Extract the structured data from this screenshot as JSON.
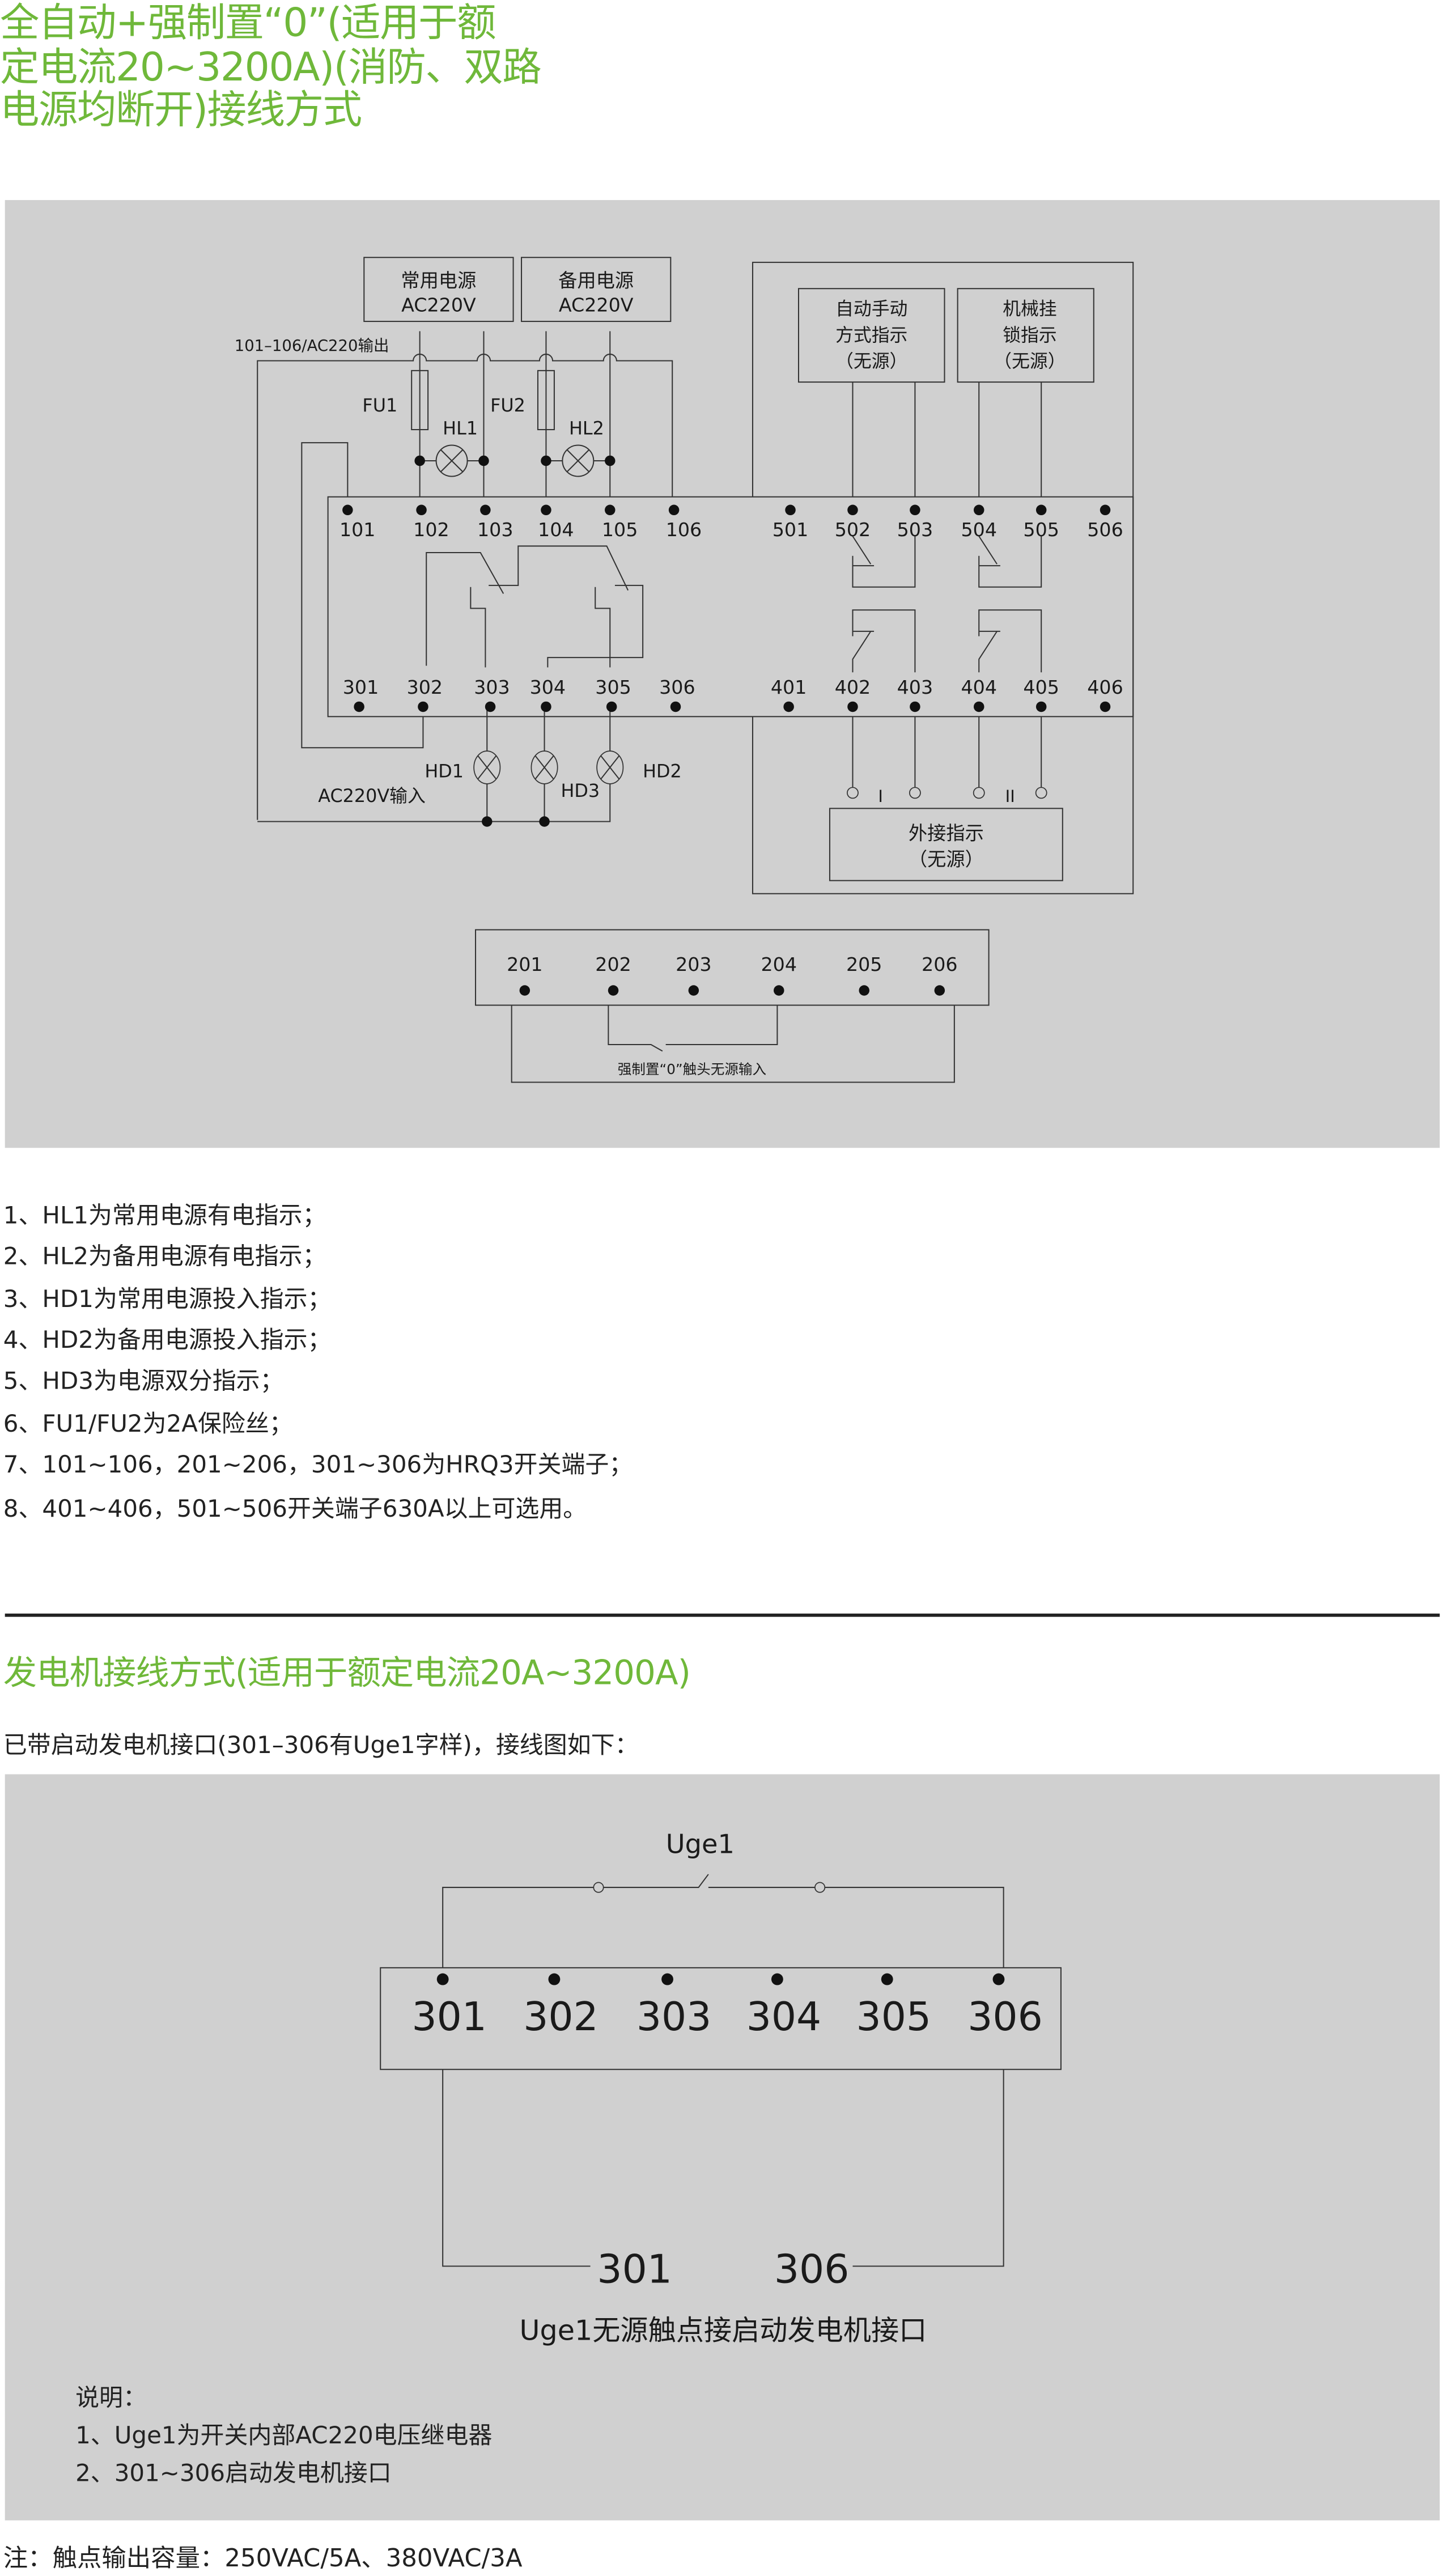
{
  "section1": {
    "title_lines": [
      "全自动+强制置“0”(适用于额",
      "定电流20~3200A)(消防、双路",
      "电源均断开)接线方式"
    ],
    "diagram": {
      "source_normal": [
        "常用电源",
        "AC220V"
      ],
      "source_backup": [
        "备用电源",
        "AC220V"
      ],
      "output_label": "101–106/AC220输出",
      "fu1": "FU1",
      "fu2": "FU2",
      "hl1": "HL1",
      "hl2": "HL2",
      "hd1": "HD1",
      "hd2": "HD2",
      "hd3": "HD3",
      "ac_input": "AC220V输入",
      "auto_manual_box": [
        "自动手动",
        "方式指示",
        "（无源）"
      ],
      "lock_box": [
        "机械挂",
        "锁指示",
        "（无源）"
      ],
      "external_box": [
        "外接指示",
        "（无源）"
      ],
      "mark_i": "I",
      "mark_ii": "II",
      "row_101": [
        "101",
        "102",
        "103",
        "104",
        "105",
        "106"
      ],
      "row_501": [
        "501",
        "502",
        "503",
        "504",
        "505",
        "506"
      ],
      "row_301": [
        "301",
        "302",
        "303",
        "304",
        "305",
        "306"
      ],
      "row_401": [
        "401",
        "402",
        "403",
        "404",
        "405",
        "406"
      ],
      "row_201": [
        "201",
        "202",
        "203",
        "204",
        "205",
        "206"
      ],
      "force_zero_label": "强制置“0”触头无源输入"
    },
    "notes": [
      "1、HL1为常用电源有电指示；",
      "2、HL2为备用电源有电指示；",
      "3、HD1为常用电源投入指示；",
      "4、HD2为备用电源投入指示；",
      "5、HD3为电源双分指示；",
      "6、FU1/FU2为2A保险丝；",
      "7、101~106，201~206，301~306为HRQ3开关端子；",
      "8、401~406，501~506开关端子630A以上可选用。"
    ]
  },
  "section2": {
    "title": "发电机接线方式(适用于额定电流20A~3200A)",
    "subtitle": "已带启动发电机接口(301–306有Uge1字样)，接线图如下：",
    "diagram": {
      "relay_label": "Uge1",
      "terminals": [
        "301",
        "302",
        "303",
        "304",
        "305",
        "306"
      ],
      "out_left": "301",
      "out_right": "306",
      "caption": "Uge1无源触点接启动发电机接口"
    },
    "explain_title": "说明：",
    "explain": [
      "1、Uge1为开关内部AC220电压继电器",
      "2、301~306启动发电机接口"
    ],
    "footnote": "注：触点输出容量：250VAC/5A、380VAC/3A"
  },
  "colors": {
    "title": "#6fb83a",
    "panel": "#d0d0d0"
  }
}
